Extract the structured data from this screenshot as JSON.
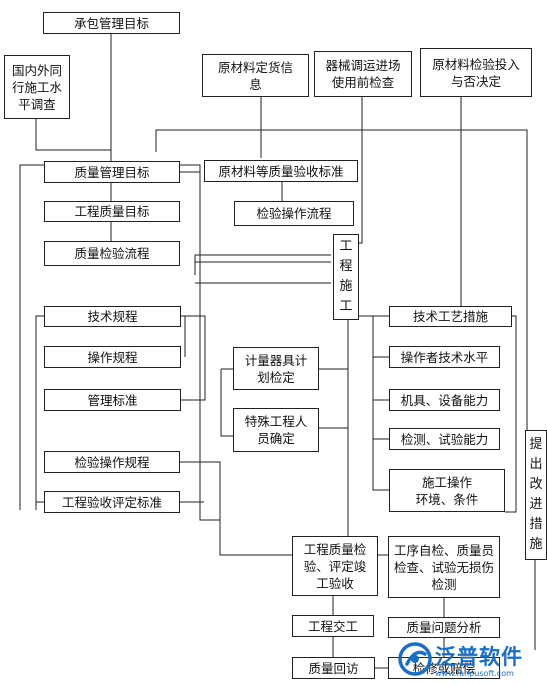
{
  "nodes": {
    "contract_goal": "承包管理目标",
    "survey": "国内外同\n行施工水\n平调查",
    "material_order": "原材料定货信\n息",
    "equipment_check": "器械调运进场\n使用前检查",
    "material_inspect_decision": "原材料检验投入\n与否决定",
    "quality_goal": "质量管理目标",
    "material_standard": "原材料等质量验收标准",
    "engineering_quality_goal": "工程质量目标",
    "inspection_flow": "检验操作流程",
    "quality_inspection_flow": "质量检验流程",
    "construction": "工\n程\n施\n工",
    "tech_rules": "技术规程",
    "tech_measures": "技术工艺措施",
    "operation_rules": "操作规程",
    "meter_calibration": "计量器具计\n划检定",
    "operator_skill": "操作者技术水平",
    "management_standard": "管理标准",
    "machinery_capacity": "机具、设备能力",
    "special_personnel": "特殊工程人\n员确定",
    "test_capacity": "检测、试验能力",
    "inspection_rules": "检验操作规程",
    "environment": "施工操作\n环境、条件",
    "acceptance_standard": "工程验收评定标准",
    "improvement": "提\n出\n改\n进\n措\n施",
    "quality_acceptance": "工程质量检\n验、评定竣\n工验收",
    "self_check": "工序自检、质量员\n检查、试验无损伤\n检测",
    "handover": "工程交工",
    "quality_analysis": "质量问题分析",
    "followup": "质量回访",
    "repair": "检修或赔偿"
  },
  "watermark": {
    "name": "泛普软件",
    "url": "www.fanpusoft.com",
    "logo": "fanpu-logo-icon"
  },
  "colors": {
    "line": "#222222",
    "brand": "#1a6fc4"
  }
}
